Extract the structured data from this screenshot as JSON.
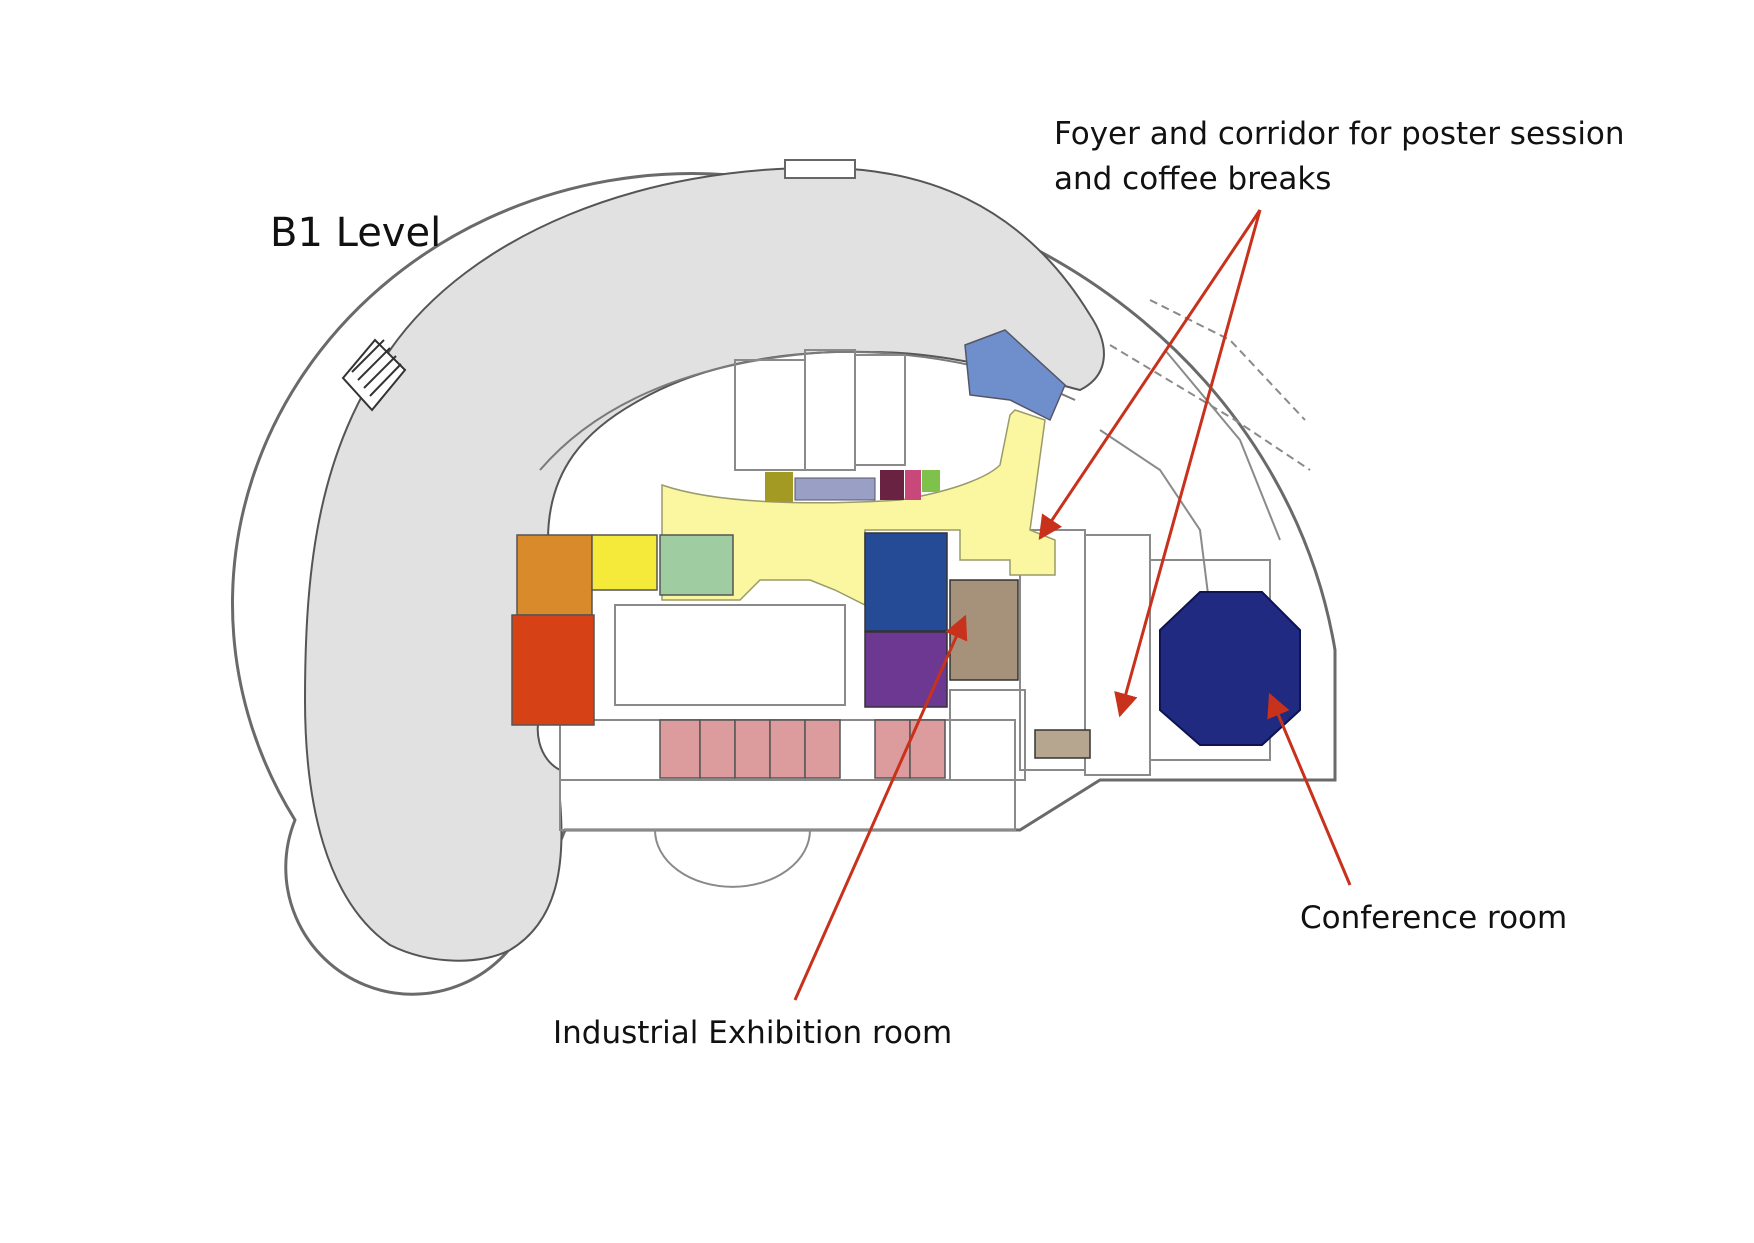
{
  "title": "B1 Level",
  "annotations": {
    "foyer_line1": "Foyer and corridor for poster session",
    "foyer_line2": "and coffee breaks",
    "conference": "Conference room",
    "exhibition": "Industrial Exhibition room"
  },
  "colors": {
    "outer_ring": "#e1e1e1",
    "foyer": "#faf7a0",
    "conference_room": "#1f2a80",
    "exhibition_room": "#a6927b",
    "arrow": "#c8311c",
    "room_orange": "#d98a2a",
    "room_yellow": "#f5ea3a",
    "room_green": "#9fcca0",
    "room_red": "#d64115",
    "room_blue": "#254a96",
    "room_purple": "#6c3891",
    "room_pink": "#dc9b9d",
    "room_periwinkle": "#6e8fcc",
    "room_lavender": "#9a9fc6",
    "room_olive": "#a39a24",
    "room_maroon": "#6a2242",
    "room_rose": "#c8487a",
    "room_lime": "#7ec24b",
    "room_tan": "#b6a690"
  }
}
